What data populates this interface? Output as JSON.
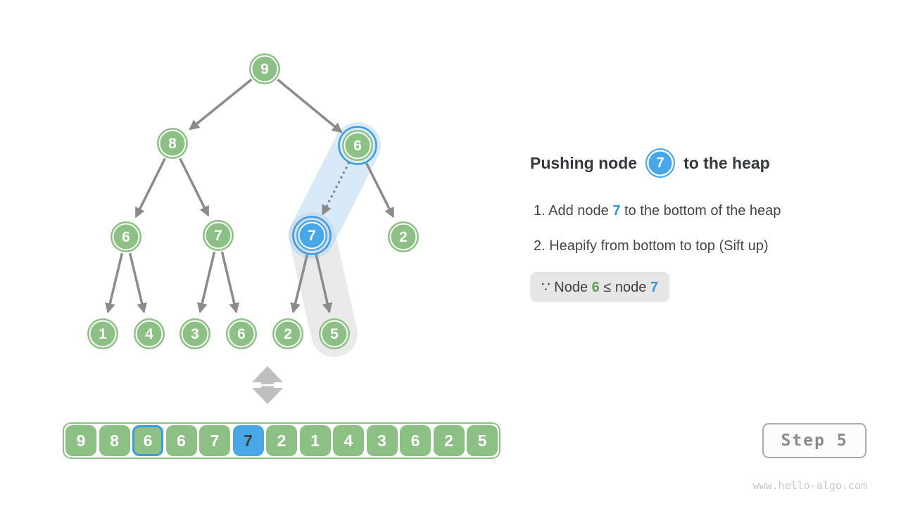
{
  "tree": {
    "values": [
      "9",
      "8",
      "6",
      "6",
      "7",
      "7",
      "2",
      "1",
      "4",
      "3",
      "6",
      "2",
      "5"
    ],
    "highlighted_ring_index": 2,
    "pushed_blue_index": 5
  },
  "array": {
    "values": [
      "9",
      "8",
      "6",
      "6",
      "7",
      "7",
      "2",
      "1",
      "4",
      "3",
      "6",
      "2",
      "5"
    ],
    "outlined_index": 2,
    "filled_index": 5
  },
  "panel": {
    "title_prefix": "Pushing node",
    "title_node": "7",
    "title_suffix": "to the heap",
    "step1_pre": "1. Add node",
    "step1_node": "7",
    "step1_post": "to the bottom of the heap",
    "step2_text": "2. Heapify from bottom to top (Sift up)",
    "note_because": "∵",
    "note_pre": "Node",
    "note_green": "6",
    "note_mid": "≤ node",
    "note_blue": "7"
  },
  "step_box": {
    "label": "Step 5"
  },
  "watermark": "www.hello-algo.com",
  "icons": {
    "equivalence": "up-down-arrow-icon",
    "sift_direction": "dotted-arrow-icon"
  },
  "colors": {
    "node_green": "#8CC084",
    "node_blue": "#49A7E7",
    "highlight_ring_blue": "#3E9BDF",
    "capsule_blue": "#D8EAF8",
    "capsule_gray": "#EAEAEA",
    "edge_gray": "#8B8B8B",
    "accent_text_blue": "#2E97DB",
    "accent_text_green": "#5FA24C",
    "note_bg": "#E6E6E6",
    "text_dark": "#3C4043"
  }
}
